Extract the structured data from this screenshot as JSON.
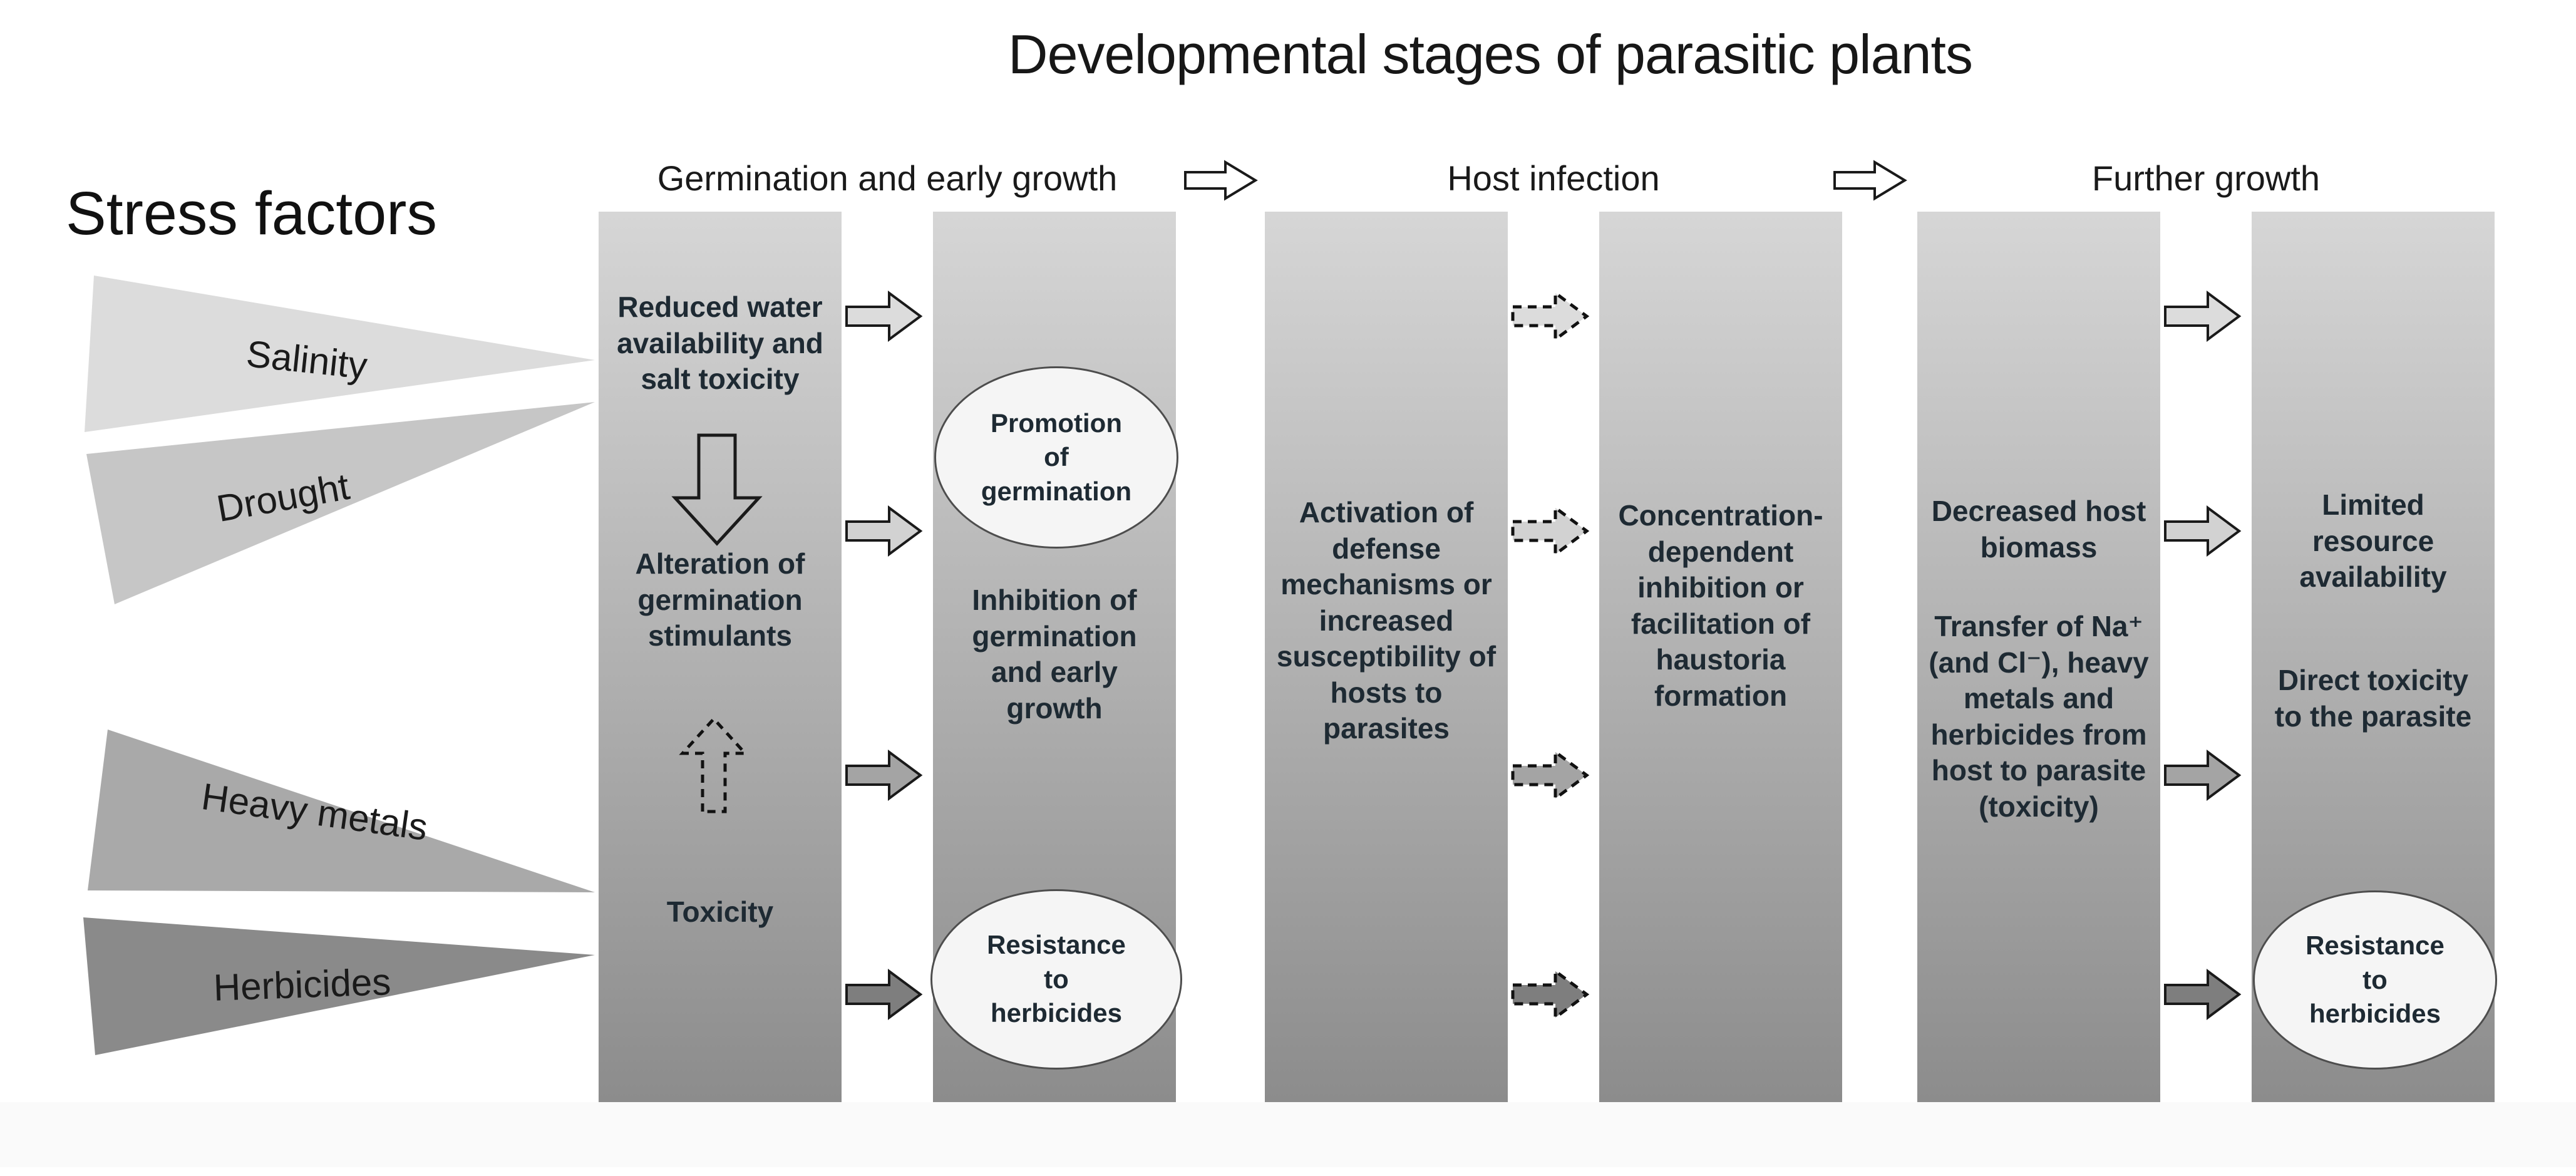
{
  "title": "Developmental stages of parasitic plants",
  "stress": {
    "heading": "Stress factors",
    "wedges": [
      {
        "label": "Salinity",
        "color": "#dcdcdc"
      },
      {
        "label": "Drought",
        "color": "#c6c6c6"
      },
      {
        "label": "Heavy metals",
        "color": "#a9a9a9"
      },
      {
        "label": "Herbicides",
        "color": "#8a8a8a"
      }
    ]
  },
  "stages": [
    {
      "label": "Germination and early growth"
    },
    {
      "label": "Host infection"
    },
    {
      "label": "Further growth"
    }
  ],
  "columns": {
    "col1": {
      "block1": "Reduced water\navailability and\nsalt toxicity",
      "block2": "Alteration of\ngermination\nstimulants",
      "block3": "Toxicity"
    },
    "col2": {
      "oval_top": "Promotion\nof\ngermination",
      "block1": "Inhibition of\ngermination\nand early\ngrowth",
      "oval_bottom": "Resistance\nto\nherbicides"
    },
    "col3": {
      "block1": "Activation of\ndefense\nmechanisms or\nincreased\nsusceptibility of\nhosts to\nparasites"
    },
    "col4": {
      "block1": "Concentration-\ndependent\ninhibition or\nfacilitation of\nhaustoria\nformation"
    },
    "col5": {
      "block1": "Decreased host\nbiomass",
      "block2": "Transfer of Na⁺\n(and Cl⁻), heavy\nmetals and\nherbicides from\nhost to parasite\n(toxicity)"
    },
    "col6": {
      "block1": "Limited\nresource\navailability",
      "block2": "Direct toxicity\nto the parasite",
      "oval_bottom": "Resistance\nto\nherbicides"
    }
  },
  "arrows": {
    "fills": [
      "#dcdcdc",
      "#d2d2d2",
      "#a4a4a4",
      "#7e7e7e"
    ],
    "header_fill": "#ffffff"
  },
  "palette": {
    "column_gradient_top": "#d6d6d6",
    "column_gradient_bottom": "#8c8c8c",
    "oval_fill": "#f5f5f5",
    "outline": "#1a1a1a",
    "text": "#1e2a33",
    "footer": "#fafafa"
  }
}
